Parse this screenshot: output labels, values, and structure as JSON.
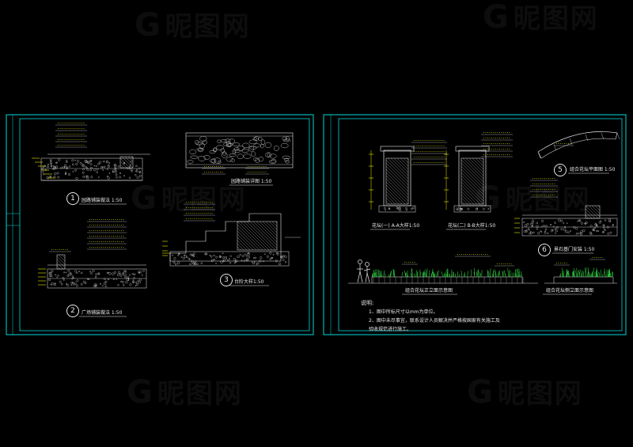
{
  "watermark": {
    "text": "昵图网",
    "mark": "G"
  },
  "colors": {
    "background": "#000000",
    "frame": "#00d8d8",
    "lines": "#e8e8e8",
    "dimension": "#e8e800",
    "plants": "#2ecc40"
  },
  "left_sheet": {
    "captions": {
      "d1": "园路铺装做法 1:50",
      "d2": "广场铺装做法 1:50",
      "d3": "台阶大样1:50",
      "plan": "园路铺装详图 1:50"
    },
    "numbers": [
      "1",
      "2",
      "3"
    ]
  },
  "right_sheet": {
    "captions": {
      "wall_a": "花坛(一) A-A大样1:50",
      "wall_b": "花坛(二) B-B大样1:50",
      "curve": "组合花坛平面图 1:50",
      "stone": "景石基门安装 1:50",
      "elev_a": "组合花坛正立面示意图",
      "elev_b": "组合花坛侧立面示意图"
    },
    "numbers": [
      "5",
      "6"
    ],
    "notes": {
      "title": "说明:",
      "lines": [
        "1、图中所标尺寸以mm为单位。",
        "2、图中未尽事宜，联系设计人员解决并严格按国家有关施工及",
        "验收规范进行施工。"
      ]
    }
  }
}
